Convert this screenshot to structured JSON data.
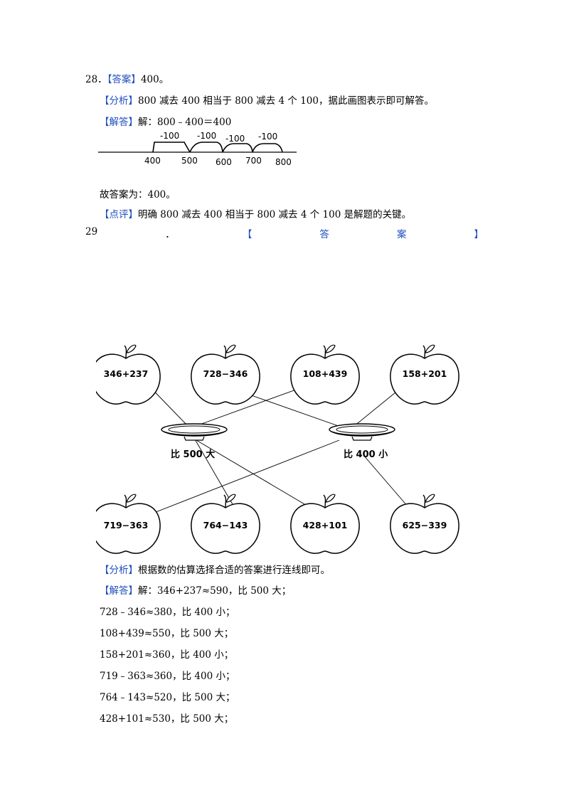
{
  "q28": {
    "number": "28．",
    "answer_tag": "【答案】",
    "answer_text": "400。",
    "analysis_tag": "【分析】",
    "analysis_text": "800 减去 400 相当于 800 减去 4 个 100，据此画图表示即可解答。",
    "solution_tag": "【解答】",
    "solution_text": "解：800﹣400＝400",
    "numberline": {
      "jump_labels": [
        "-100",
        "-100",
        "-100",
        "-100"
      ],
      "ticks": [
        "400",
        "500",
        "600",
        "700",
        "800"
      ]
    },
    "conclusion": "故答案为：400。",
    "comment_tag": "【点评】",
    "comment_text": "明确 800 减去 400 相当于 800 减去 4 个 100 是解题的关键。"
  },
  "q29": {
    "number": "29",
    "dot": "．",
    "open_bracket": "【",
    "answer_char1": "答",
    "answer_char2": "案",
    "close_bracket": "】",
    "figure": {
      "top_apples": [
        "346+237",
        "728−346",
        "108+439",
        "158+201"
      ],
      "bottom_apples": [
        "719−363",
        "764−143",
        "428+101",
        "625−339"
      ],
      "plate_left_label": "比 500 大",
      "plate_right_label": "比 400 小"
    },
    "analysis_tag": "【分析】",
    "analysis_text": "根据数的估算选择合适的答案进行连线即可。",
    "solution_tag": "【解答】",
    "solution_first": "解：346+237≈590，比 500 大；",
    "solution_lines": [
      "728﹣346≈380，比 400 小；",
      "108+439≈550，比 500 大；",
      "158+201≈360，比 400 小；",
      "719﹣363≈360，比 400 小；",
      "764﹣143≈520，比 500 大；",
      "428+101≈530，比 500 大；"
    ]
  },
  "colors": {
    "tag": "#1f4fbf",
    "text": "#000000"
  }
}
